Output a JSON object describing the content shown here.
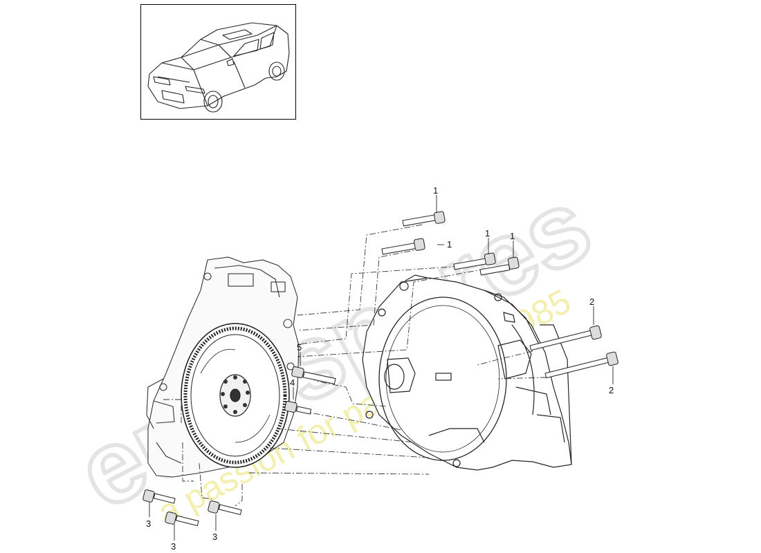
{
  "watermark": {
    "brand": "eurospares",
    "tagline": "a passion for parts since 1985",
    "brand_color": "#e6e6e6",
    "tagline_color": "#f0eca6"
  },
  "callouts": [
    {
      "id": "c1a",
      "text": "1"
    },
    {
      "id": "c1b",
      "text": "1"
    },
    {
      "id": "c1c",
      "text": "1"
    },
    {
      "id": "c1d",
      "text": "1"
    },
    {
      "id": "c2a",
      "text": "2"
    },
    {
      "id": "c2b",
      "text": "2"
    },
    {
      "id": "c3a",
      "text": "3"
    },
    {
      "id": "c3b",
      "text": "3"
    },
    {
      "id": "c3c",
      "text": "3"
    },
    {
      "id": "c4",
      "text": "4"
    },
    {
      "id": "c5",
      "text": "5"
    }
  ],
  "icons": {
    "thumbnail": "car-suv-thumbnail-icon",
    "assembly": "transmission-assembly-icon"
  }
}
